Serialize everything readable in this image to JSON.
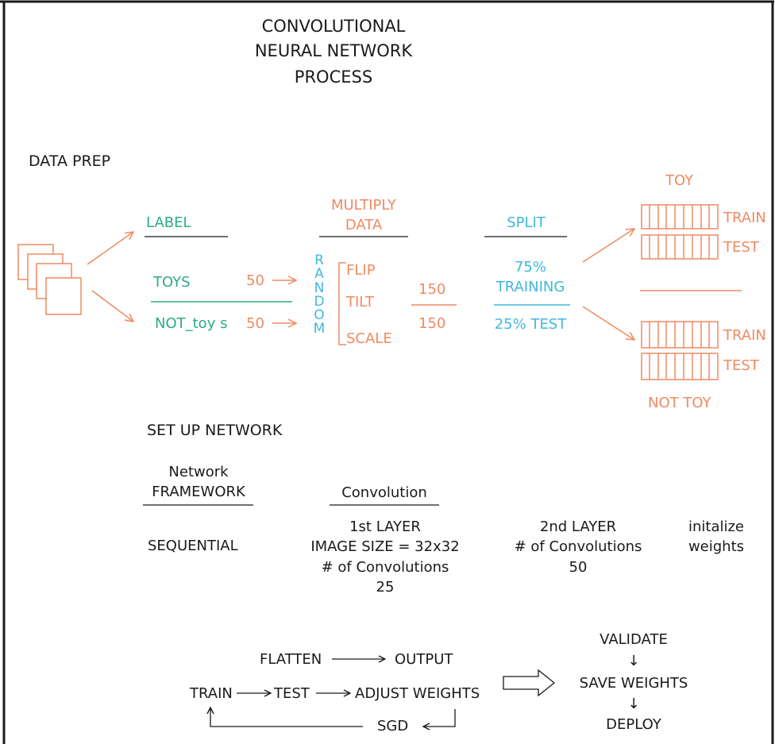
{
  "title_lines": [
    "CONVOLUTIONAL",
    "NEURAL NETWORK",
    "PROCESS"
  ],
  "data_prep": {
    "heading": "DATA PREP",
    "label": "LABEL",
    "toys_label": "TOYS",
    "toys_count": "50",
    "not_toys_label": "NOT_toy s",
    "not_toys_count": "50",
    "random_letters": [
      "R",
      "A",
      "N",
      "D",
      "O",
      "M"
    ],
    "multiply_lines": [
      "MULTIPLY",
      "DATA"
    ],
    "augmentations": [
      "FLIP",
      "TILT",
      "SCALE"
    ],
    "fraction_top": "150",
    "fraction_bottom": "150",
    "split_heading": "SPLIT",
    "training_lines": [
      "75%",
      "TRAINING"
    ],
    "test_split": "25% TEST",
    "toy_heading": "TOY",
    "not_toy_heading": "NOT TOY",
    "train_label": "TRAIN",
    "test_label": "TEST"
  },
  "setup_network": {
    "heading": "SET UP NETWORK",
    "framework_lines": [
      "Network",
      "FRAMEWORK"
    ],
    "framework_value": "SEQUENTIAL",
    "convolution_heading": "Convolution",
    "first_layer_lines": [
      "1st LAYER",
      "IMAGE SIZE = 32x32",
      "# of Convolutions",
      "25"
    ],
    "second_layer_lines": [
      "2nd LAYER",
      "# of Convolutions",
      "50"
    ],
    "init_lines": [
      "initalize",
      "weights"
    ]
  },
  "training_loop": {
    "flatten": "FLATTEN",
    "output": "OUTPUT",
    "train": "TRAIN",
    "test": "TEST",
    "adjust": "ADJUST WEIGHTS",
    "sgd": "SGD",
    "validate": "VALIDATE",
    "save": "SAVE WEIGHTS",
    "deploy": "DEPLOY",
    "down_arrow": "↓"
  },
  "colors": {
    "orange": "#ef8a62",
    "green": "#2aab86",
    "blue": "#3fb8dc",
    "black": "#1a1a1a"
  }
}
